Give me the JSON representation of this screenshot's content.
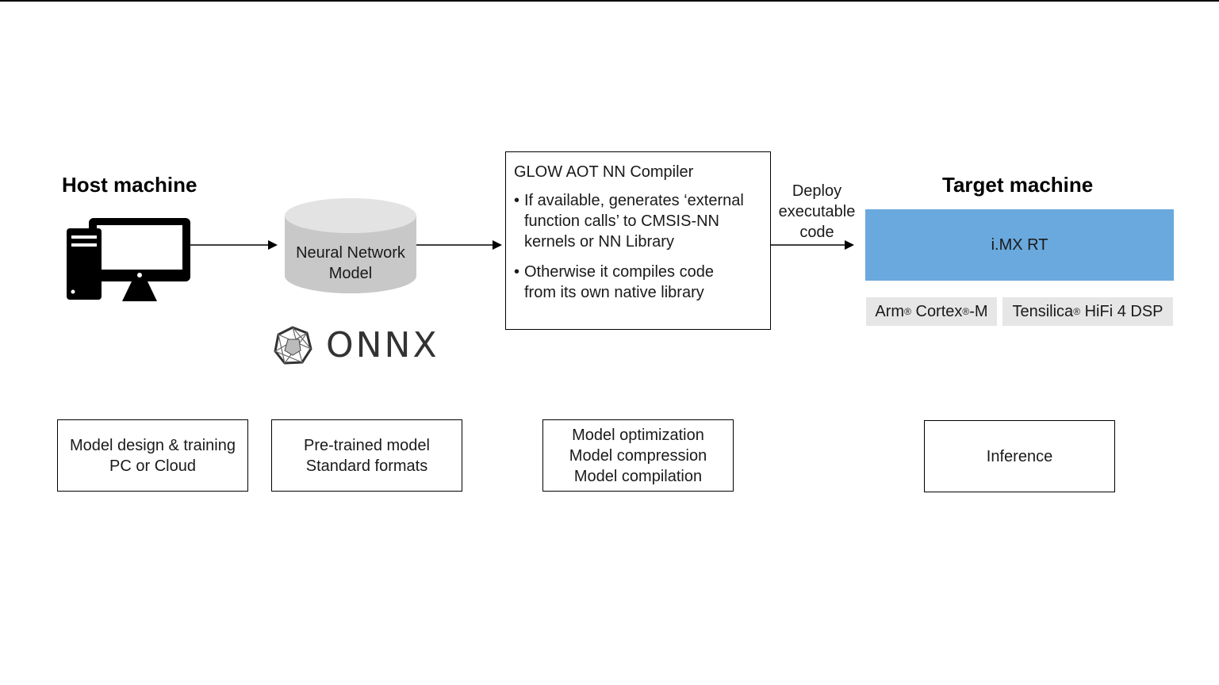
{
  "host": {
    "heading": "Host machine",
    "icon": "desktop-computer-icon"
  },
  "model": {
    "line1": "Neural Network",
    "line2": "Model",
    "logo_text": "ONNX"
  },
  "compiler": {
    "title": "GLOW AOT NN Compiler",
    "bullets": [
      {
        "lines": [
          "If available, generates ‘external",
          "function calls’ to CMSIS-NN",
          "kernels or NN Library"
        ]
      },
      {
        "lines": [
          "Otherwise it compiles code",
          "from its own native library"
        ]
      }
    ]
  },
  "deploy": {
    "lines": [
      "Deploy",
      "executable",
      "code"
    ]
  },
  "target": {
    "heading": "Target machine",
    "soc": "i.MX RT",
    "soc_color": "#6aa9dd",
    "cores": [
      {
        "name": "Arm",
        "reg": "®",
        "rest": " Cortex",
        "reg2": "®",
        "tail": "-M"
      },
      {
        "name": "Tensilica",
        "reg": "®",
        "rest": " HiFi 4 DSP",
        "reg2": "",
        "tail": ""
      }
    ]
  },
  "stages": [
    {
      "lines": [
        "Model design & training",
        "PC or Cloud"
      ]
    },
    {
      "lines": [
        "Pre-trained model",
        "Standard formats"
      ]
    },
    {
      "lines": [
        "Model optimization",
        "Model compression",
        "Model compilation"
      ]
    },
    {
      "lines": [
        "Inference"
      ]
    }
  ]
}
